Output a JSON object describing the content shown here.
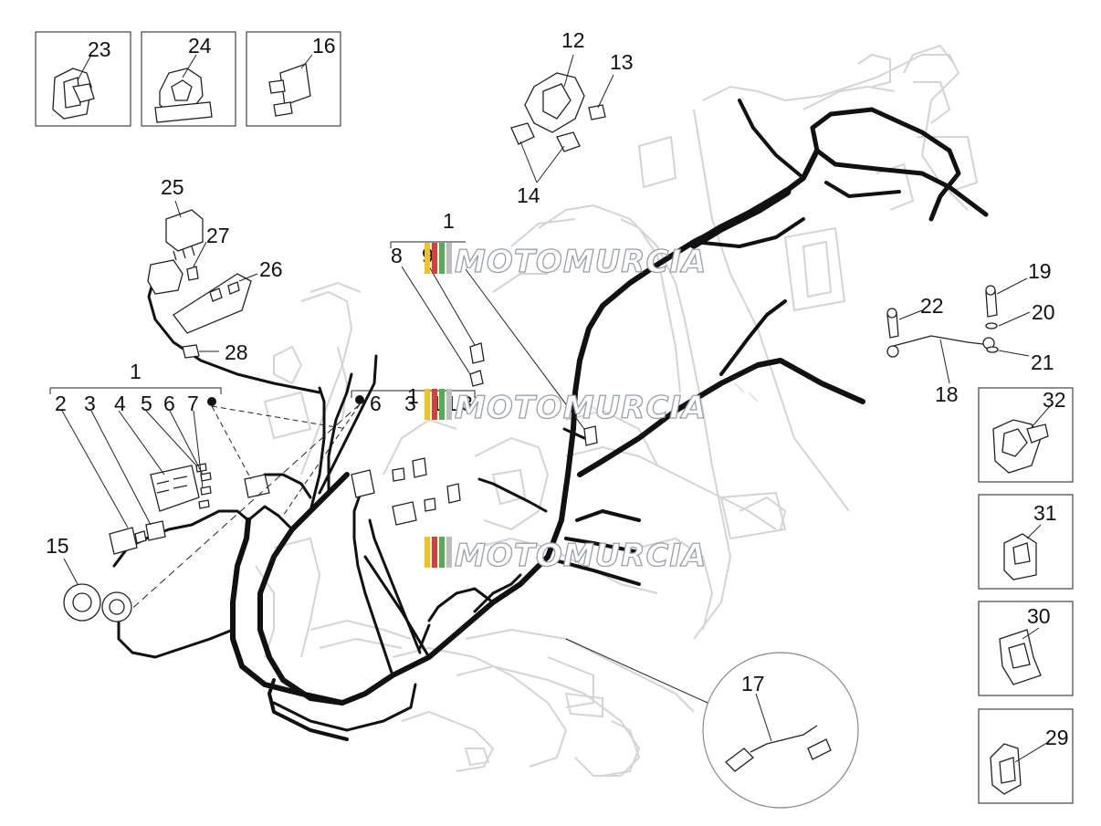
{
  "watermark": {
    "text": "MOTOMURCIA",
    "colors": [
      "#f0c419",
      "#e03a3e",
      "#4caf50",
      "#bdbdbd"
    ]
  },
  "callouts": {
    "c23": "23",
    "c24": "24",
    "c16": "16",
    "c12": "12",
    "c13": "13",
    "c14": "14",
    "c25": "25",
    "c27": "27",
    "c26": "26",
    "c28": "28",
    "c1a": "1",
    "c8": "8",
    "c9": "9",
    "c1b": "1",
    "c2": "2",
    "c3a": "3",
    "c4": "4",
    "c5": "5",
    "c6a": "6",
    "c7": "7",
    "c1c": "1",
    "c6b": "6",
    "c3b": "3",
    "c11a": "1",
    "c11b": "1",
    "c3c": "3",
    "c15": "15",
    "c17": "17",
    "c18": "18",
    "c19": "19",
    "c20": "20",
    "c21": "21",
    "c22": "22",
    "c32": "32",
    "c31": "31",
    "c30": "30",
    "c29": "29"
  }
}
